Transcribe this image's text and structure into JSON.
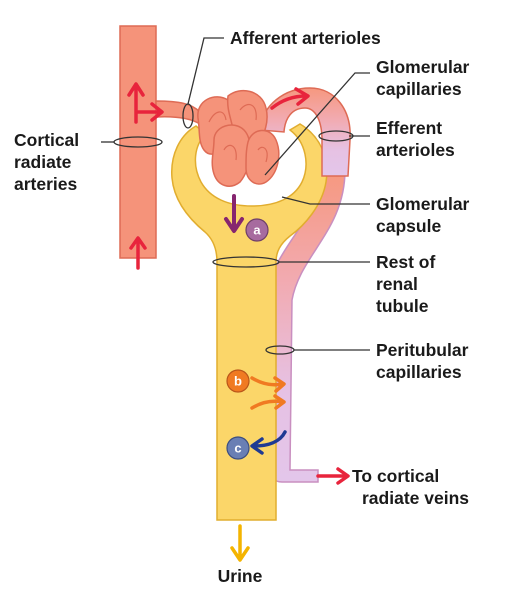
{
  "labels": {
    "afferent_arterioles": "Afferent arterioles",
    "glomerular_capillaries": [
      "Glomerular",
      "capillaries"
    ],
    "efferent_arterioles": [
      "Efferent",
      "arterioles"
    ],
    "glomerular_capsule": [
      "Glomerular",
      "capsule"
    ],
    "rest_of_renal_tubule": [
      "Rest of",
      "renal",
      "tubule"
    ],
    "peritubular_capillaries": [
      "Peritubular",
      "capillaries"
    ],
    "to_cortical_radiate_veins": [
      "To cortical",
      "radiate veins"
    ],
    "cortical_radiate_arteries": [
      "Cortical",
      "radiate",
      "arteries"
    ],
    "urine": "Urine"
  },
  "process_markers": {
    "a": "a",
    "b": "b",
    "c": "c"
  },
  "colors": {
    "artery": "#f5937a",
    "artery_stroke": "#de6b55",
    "tubule": "#fbd669",
    "tubule_stroke": "#e1ad2f",
    "peritubular": "#e3c6ea",
    "flow_red": "#e8243c",
    "secretion_orange": "#f07a22",
    "reabsorption_blue": "#1f3a93",
    "filtration_purple": "#86256f",
    "urine_arrow": "#f4b400"
  }
}
